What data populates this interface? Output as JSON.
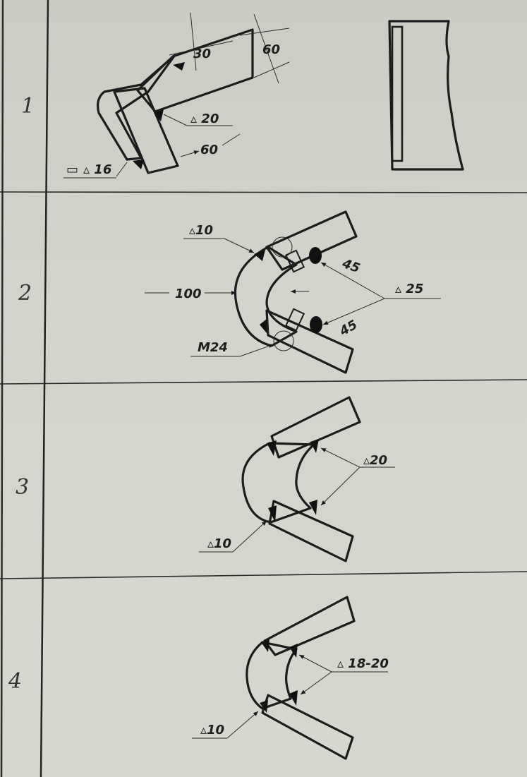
{
  "sheet": {
    "background": "#d3d4cc",
    "ink": "#1c1c1c"
  },
  "rows": [
    {
      "number": "1",
      "labels": {
        "dim_top": "30",
        "dim_right": "60",
        "weld_inner": "▵ 20",
        "dim_bottom": "60",
        "weld_outer_symbol": "▭",
        "weld_outer": "▵ 16"
      },
      "side_view": "plate-end-view"
    },
    {
      "number": "2",
      "labels": {
        "weld_left": "▵10",
        "dim_width": "100",
        "weld_right": "▵ 25",
        "angle_top": "45",
        "angle_bottom": "45",
        "bolt": "M24"
      }
    },
    {
      "number": "3",
      "labels": {
        "weld_right": "▵20",
        "weld_left": "▵10"
      }
    },
    {
      "number": "4",
      "labels": {
        "weld_right": "▵ 18-20",
        "weld_left": "▵10"
      }
    }
  ]
}
